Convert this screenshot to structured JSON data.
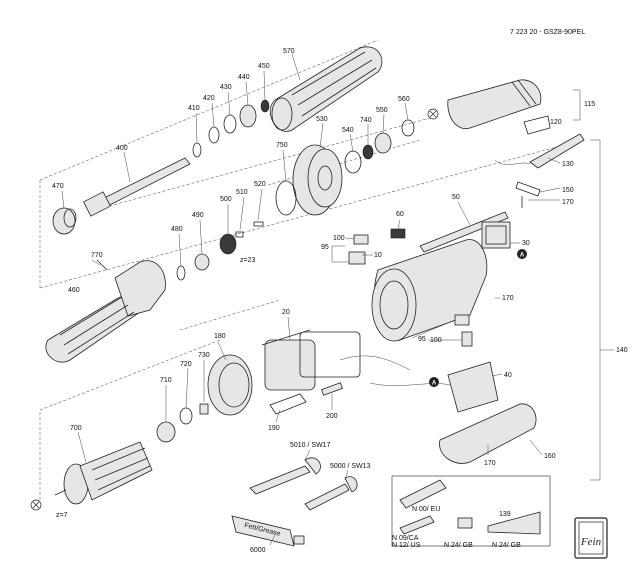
{
  "drawing_number": "7 223 20 - GSZ8-90PEL",
  "callouts": {
    "p400": "400",
    "p410": "410",
    "p420": "420",
    "p430": "430",
    "p440": "440",
    "p450": "450",
    "p570": "570",
    "p470": "470",
    "p530": "530",
    "p540": "540",
    "p740": "740",
    "p550": "550",
    "p560": "560",
    "p115": "115",
    "p120": "120",
    "p130": "130",
    "p150": "150",
    "p170a": "170",
    "p750": "750",
    "p520": "520",
    "p510": "510",
    "p500": "500",
    "p490": "490",
    "p480": "480",
    "p23": "z=23",
    "p770": "770",
    "p460": "460",
    "p50": "50",
    "p60": "60",
    "p100a": "100",
    "p95a": "95",
    "p10": "10",
    "p30": "30",
    "p170b": "170",
    "p95b": "95",
    "p100b": "100",
    "p140": "140",
    "p20": "20",
    "p180": "180",
    "p730": "730",
    "p720": "720",
    "p710": "710",
    "p700": "700",
    "p7": "z=7",
    "p190": "190",
    "p200": "200",
    "p40": "40",
    "p160": "160",
    "p170c": "170",
    "p5010": "5010 / SW17",
    "p5000": "5000 / SW13",
    "p6000": "6000"
  },
  "markers": {
    "a": "A"
  },
  "plugs": {
    "eu": "N 00/ EU",
    "ca_us": "N 09/CA\nN 12/ US",
    "gb1": "N 24/ GB",
    "gb2": "N 24/ GB",
    "p139": "139"
  },
  "grease_text": "Fett/Grease",
  "logo_text": "Fein",
  "icon_names": [
    "x-mark-icon",
    "fein-logo-icon"
  ]
}
